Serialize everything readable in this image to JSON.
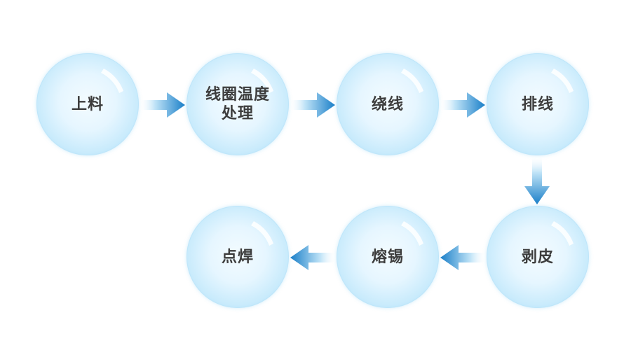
{
  "steps": [
    {
      "id": "b1",
      "label": "上料"
    },
    {
      "id": "b2",
      "label": "线圈温度\n处理"
    },
    {
      "id": "b3",
      "label": "绕线"
    },
    {
      "id": "b4",
      "label": "排线"
    },
    {
      "id": "b5",
      "label": "剥皮"
    },
    {
      "id": "b6",
      "label": "熔锡"
    },
    {
      "id": "b7",
      "label": "点焊"
    }
  ],
  "colors": {
    "arrow_dark": "#1a7fc8",
    "arrow_light": "#e8f5fd",
    "text": "#3d3d3d",
    "bubble_edge": "#95d3f2"
  }
}
